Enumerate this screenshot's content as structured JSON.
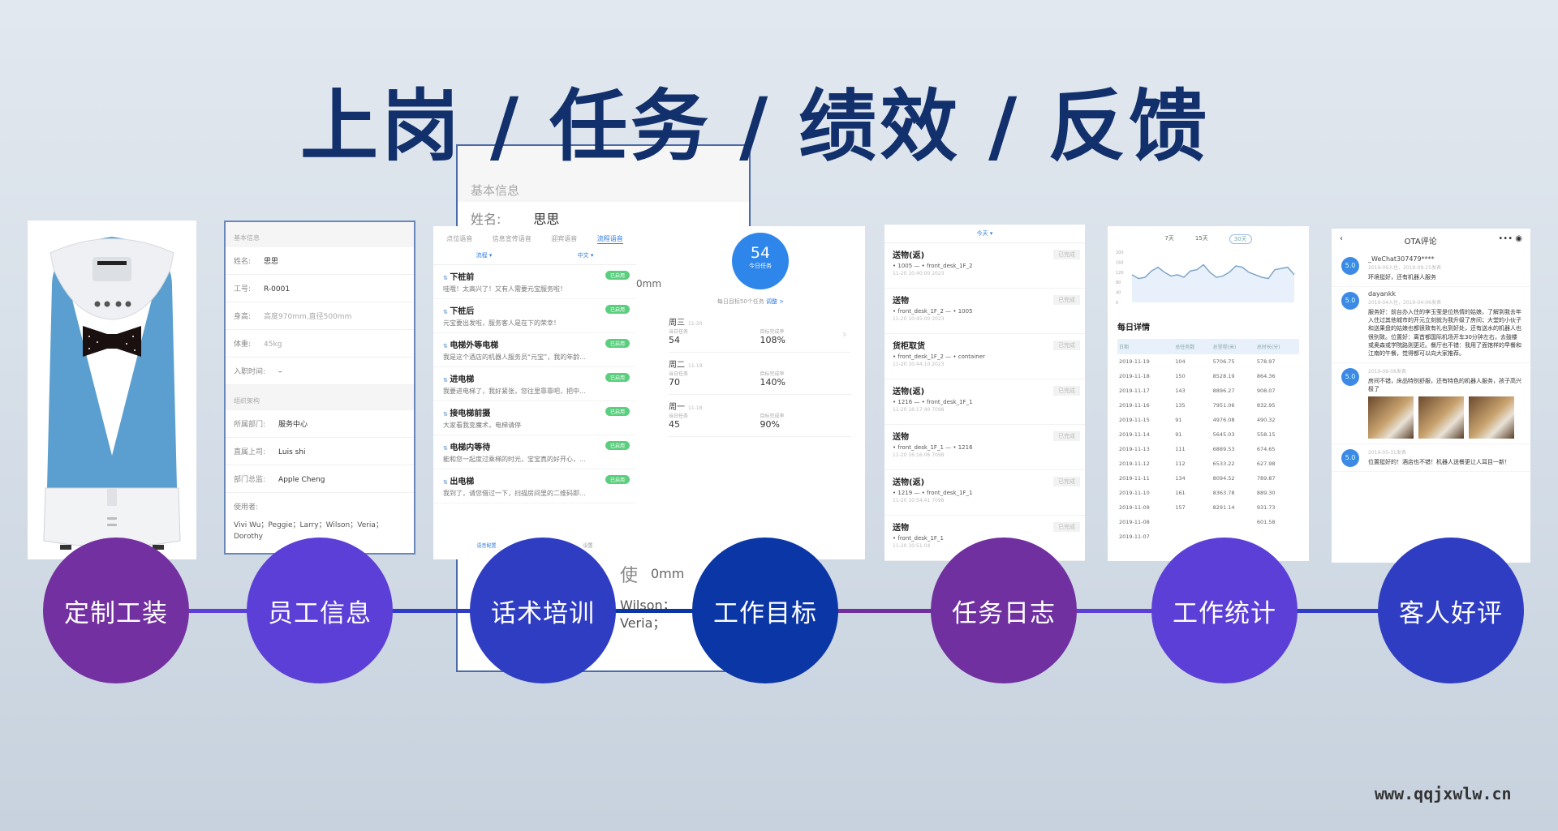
{
  "title": {
    "parts": [
      "上岗",
      "/",
      "任务",
      "/",
      "绩效",
      "/",
      "反馈"
    ]
  },
  "overlay": {
    "section": "基本信息",
    "name_label": "姓名:",
    "name_value": "思思",
    "fragment_mm": "0mm",
    "fragment_user": "使",
    "fragment_users": "Wilson；Veria；"
  },
  "employee": {
    "section1": "基本信息",
    "rows1": [
      {
        "label": "姓名:",
        "value": "思思"
      },
      {
        "label": "工号:",
        "value": "R-0001"
      },
      {
        "label": "身高:",
        "value": "高度970mm,直径500mm"
      },
      {
        "label": "体重:",
        "value": "45kg"
      },
      {
        "label": "入职时间:",
        "value": "–"
      }
    ],
    "section2": "组织架构",
    "rows2": [
      {
        "label": "所属部门:",
        "value": "服务中心"
      },
      {
        "label": "直属上司:",
        "value": "Luis shi"
      },
      {
        "label": "部门总监:",
        "value": "Apple Cheng"
      }
    ],
    "users_label": "使用者:",
    "users": "Vivi Wu；Peggie；Larry；Wilson；Veria；Dorothy"
  },
  "script": {
    "tabs": [
      "点位语音",
      "信息宣传语音",
      "迎宾语音",
      "流程语音"
    ],
    "filters": [
      "流程 ▾",
      "中文 ▾"
    ],
    "badge": "已启用",
    "items": [
      {
        "title": "下桩前",
        "desc": "哇哦！太高兴了！又有人需要元宝服务啦！"
      },
      {
        "title": "下桩后",
        "desc": "元宝要出发啦，服务客人是在下的荣幸！"
      },
      {
        "title": "电梯外等电梯",
        "desc": "我是这个酒店的机器人服务员“元宝”，我的年龄..."
      },
      {
        "title": "进电梯",
        "desc": "我要进电梯了，我好紧张，您往里靠靠吧，把中..."
      },
      {
        "title": "接电梯前摄",
        "desc": "大家看我变魔术，电梯请停"
      },
      {
        "title": "电梯内等待",
        "desc": "能和您一起度过乘梯的时光，宝宝真的好开心，..."
      },
      {
        "title": "出电梯",
        "desc": "我到了，请您借过一下，扫描房间里的二维码即..."
      }
    ],
    "bottom_tabs": [
      "语音配置",
      "设置"
    ]
  },
  "goals": {
    "today_count": "54",
    "today_label": "今日任务",
    "daily_target": "每日目标50个任务",
    "adjust": "调整 >",
    "task_label": "当日任务",
    "rate_label": "目标完成率",
    "days": [
      {
        "week": "周三",
        "date": "11-20",
        "tasks": "54",
        "rate": "108%"
      },
      {
        "week": "周二",
        "date": "11-19",
        "tasks": "70",
        "rate": "140%"
      },
      {
        "week": "周一",
        "date": "11-18",
        "tasks": "45",
        "rate": "90%"
      }
    ]
  },
  "tasklog": {
    "filter": "今天 ▾",
    "status": "已完成",
    "items": [
      {
        "title": "送物(返)",
        "from": "1005",
        "to": "front_desk_1F_2",
        "time": "11-20 10:40:00",
        "id": "2023"
      },
      {
        "title": "送物",
        "from": "front_desk_1F_2",
        "to": "1005",
        "time": "11-20 10:45:00",
        "id": "2023"
      },
      {
        "title": "货柜取货",
        "from": "front_desk_1F_2",
        "to": "container",
        "time": "11-20 10:44:10",
        "id": "2023"
      },
      {
        "title": "送物(返)",
        "from": "1216",
        "to": "front_desk_1F_1",
        "time": "11-20 16:17:40",
        "id": "7098"
      },
      {
        "title": "送物",
        "from": "front_desk_1F_1",
        "to": "1216",
        "time": "11-20 16:16:06",
        "id": "7098"
      },
      {
        "title": "送物(返)",
        "from": "1219",
        "to": "front_desk_1F_1",
        "time": "11-20 10:54:41",
        "id": "7098"
      },
      {
        "title": "送物",
        "from": "front_desk_1F_1",
        "to": "",
        "time": "11-20 10:51:04",
        "id": ""
      }
    ]
  },
  "stats": {
    "ranges": [
      "7天",
      "15天",
      "30天"
    ],
    "chart": {
      "yticks": [
        "200",
        "160",
        "120",
        "80",
        "40",
        "0"
      ],
      "ymax": 200,
      "values": [
        110,
        95,
        100,
        125,
        140,
        120,
        105,
        110,
        100,
        125,
        130,
        150,
        120,
        100,
        105,
        120,
        145,
        140,
        120,
        110,
        100,
        95,
        130,
        135,
        140,
        110
      ]
    },
    "section": "每日详情",
    "columns": [
      "日期",
      "总任务数",
      "总里程(米)",
      "总时长(分)"
    ],
    "rows": [
      [
        "2019-11-19",
        "104",
        "5706.75",
        "578.97"
      ],
      [
        "2019-11-18",
        "150",
        "8528.19",
        "864.36"
      ],
      [
        "2019-11-17",
        "143",
        "8896.27",
        "908.07"
      ],
      [
        "2019-11-16",
        "135",
        "7951.06",
        "832.95"
      ],
      [
        "2019-11-15",
        "91",
        "4976.08",
        "490.32"
      ],
      [
        "2019-11-14",
        "91",
        "5645.03",
        "558.15"
      ],
      [
        "2019-11-13",
        "111",
        "6889.53",
        "674.65"
      ],
      [
        "2019-11-12",
        "112",
        "6533.22",
        "627.98"
      ],
      [
        "2019-11-11",
        "134",
        "8094.52",
        "789.87"
      ],
      [
        "2019-11-10",
        "161",
        "8363.78",
        "889.30"
      ],
      [
        "2019-11-09",
        "157",
        "8291.14",
        "931.73"
      ],
      [
        "2019-11-08",
        "",
        "",
        "601.58"
      ],
      [
        "2019-11-07",
        "",
        "",
        ""
      ]
    ]
  },
  "ota": {
    "title": "OTA评论",
    "reviews": [
      {
        "score": "5.0",
        "user": "_WeChat307479****",
        "date": "2019-09入住，2019-09-15发表",
        "text": "环境挺好，还有机器人服务"
      },
      {
        "score": "5.0",
        "user": "dayankk",
        "date": "2019-04入住，2019-04-06发表",
        "text": "服务好：前台办入住的李玉莹是位热情的姑娘，了解到我去年入住过其他城市的开元立刻就为我升级了房间；大堂的小伙子和送果盘的姑娘也都很致有礼也到好处，还有送水的机器人也很别致。位置好：离首都国际机场开车30分钟左右，去鼓楼或奥森或学院路则更近。餐厅也不错：我用了面馆样的早餐和江南的午餐，觉得都可以向大家推荐。"
      },
      {
        "score": "5.0",
        "user": "",
        "date": "2019-08-08发表",
        "text": "房间不错，床品特别舒服，还有特色的机器人服务，孩子高兴极了",
        "photos": true
      },
      {
        "score": "5.0",
        "user": "",
        "date": "2019-05-31发表",
        "text": "位置挺好的！酒店也不错！机器人送餐更让人耳目一新！"
      }
    ]
  },
  "steps": [
    {
      "label": "定制工装",
      "color": "#7330a0"
    },
    {
      "label": "员工信息",
      "color": "#5c3fd6"
    },
    {
      "label": "话术培训",
      "color": "#2e3dc2"
    },
    {
      "label": "工作目标",
      "color": "#0a36a6"
    },
    {
      "label": "任务日志",
      "color": "#7030a0"
    },
    {
      "label": "工作统计",
      "color": "#5c3fd6"
    },
    {
      "label": "客人好评",
      "color": "#2e3dc2"
    }
  ],
  "watermark": "www.qqjxwlw.cn"
}
